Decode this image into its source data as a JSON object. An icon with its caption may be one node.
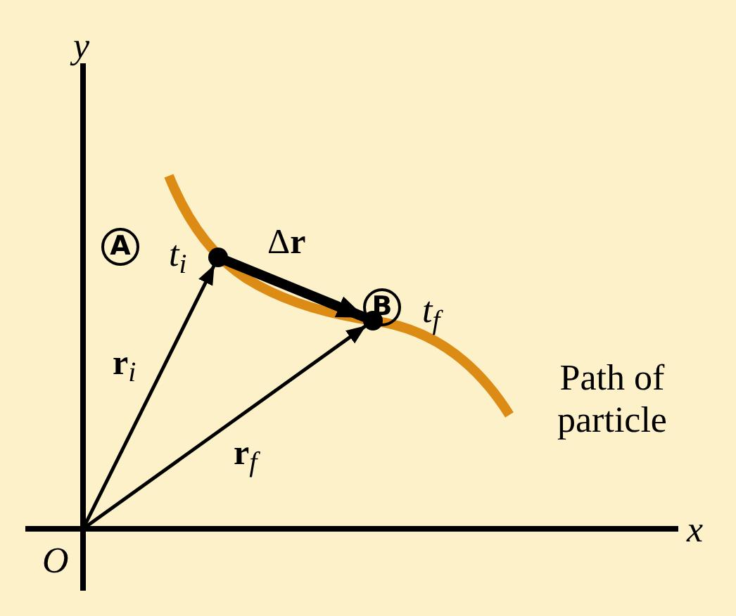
{
  "diagram": {
    "nodes": [
      {
        "text": [
          "O"
        ]
      },
      {
        "text": [],
        "shape": "dot",
        "beside": [
          "A",
          "t$_{i}$"
        ]
      },
      {
        "text": [],
        "shape": "dot",
        "beside": [
          "B",
          "t$_{f}$"
        ]
      }
    ],
    "edges": [
      {
        "from": 0,
        "to": 1,
        "arrow": "to",
        "label": "**r**$_{i}$"
      },
      {
        "from": 0,
        "to": 2,
        "arrow": "to",
        "label": "**r**$_{f}$"
      },
      {
        "from": 1,
        "to": 2,
        "arrow": "to",
        "label": "Δ**r**",
        "style": "thick"
      }
    ],
    "labels": [
      "y",
      "x",
      "Path of particle"
    ]
  }
}
